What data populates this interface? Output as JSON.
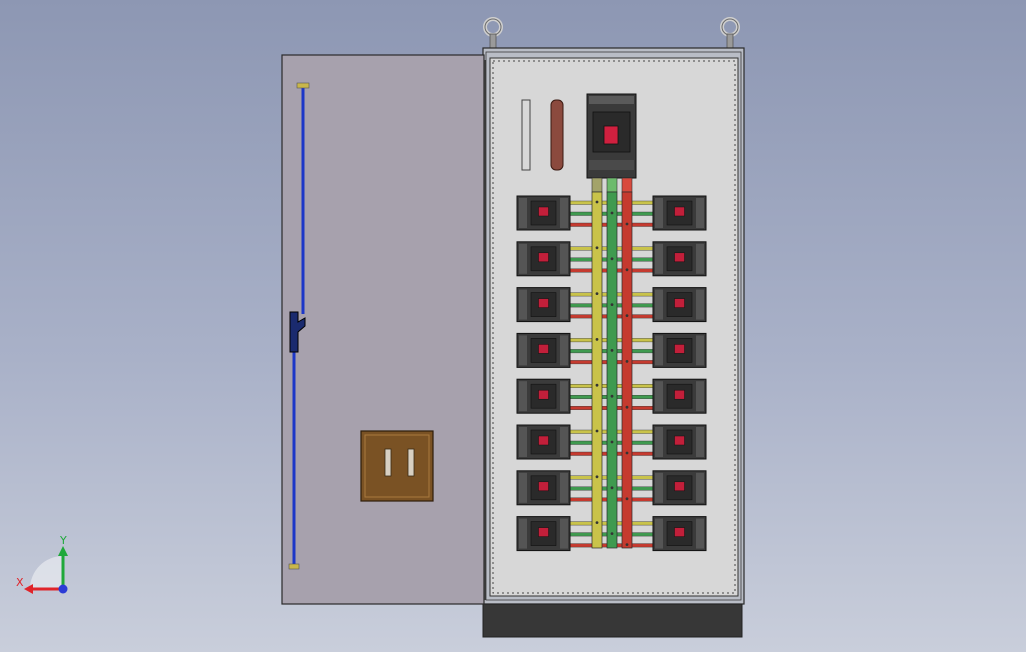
{
  "viewport": {
    "background_top": "#8d97b3",
    "background_bottom": "#c9cedb"
  },
  "triad": {
    "x_label": "X",
    "y_label": "Y",
    "x_color": "#e0242a",
    "y_color": "#1fa83a",
    "z_color": "#2b3bd6"
  },
  "cabinet": {
    "door_color": "#a7a1ad",
    "frame_color": "#b9bdc6",
    "plate_color": "#d7d7d7",
    "plinth_color": "#373737",
    "lifting_eyes": 2
  },
  "door": {
    "rod_color": "#1c37c8",
    "pocket_color": "#7a5224",
    "pocket_slots": 2
  },
  "busbars": {
    "colors": [
      "#c9c34a",
      "#3f9a4f",
      "#c53a2f"
    ],
    "phase_tabs": [
      "#a3a36a",
      "#6dbb6d",
      "#d84a3e"
    ]
  },
  "breakers": {
    "rows": 8,
    "per_row": 2,
    "body_color": "#3b3b3b",
    "indicator_color": "#c21f3a"
  },
  "terminal_blocks": {
    "count": 2,
    "neutral_color": "#d8d8d8",
    "earth_color": "#8b4a3e"
  },
  "main_breaker": {
    "body_color": "#3a3a3a",
    "indicator_color": "#d0203f"
  }
}
